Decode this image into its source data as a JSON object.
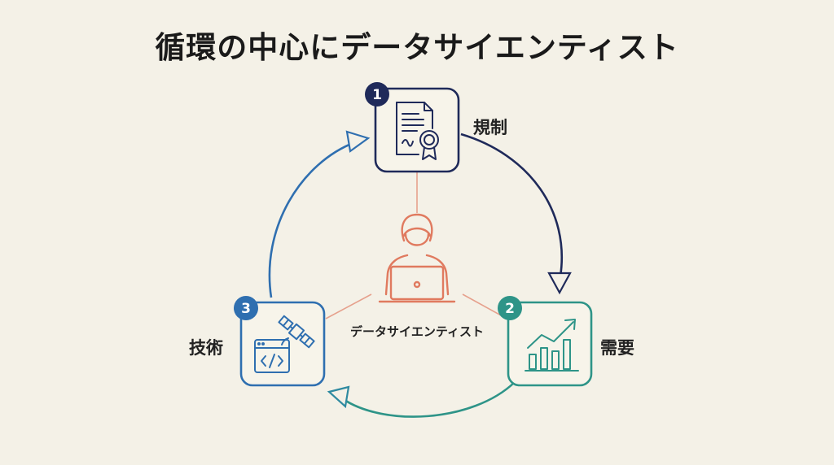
{
  "title": "循環の中心にデータサイエンティスト",
  "center": {
    "label": "データサイエンティスト",
    "icon": "person-with-laptop-icon"
  },
  "nodes": [
    {
      "number": "1",
      "label": "規制",
      "icon": "certificate-document-icon",
      "color": "#1f2a5a"
    },
    {
      "number": "2",
      "label": "需要",
      "icon": "growth-chart-icon",
      "color": "#2e9488"
    },
    {
      "number": "3",
      "label": "技術",
      "icon": "satellite-code-icon",
      "color": "#2f6fb0"
    }
  ],
  "colors": {
    "background": "#f4f1e7",
    "center_icon": "#e07a5f",
    "connector": "#e6a18d"
  }
}
